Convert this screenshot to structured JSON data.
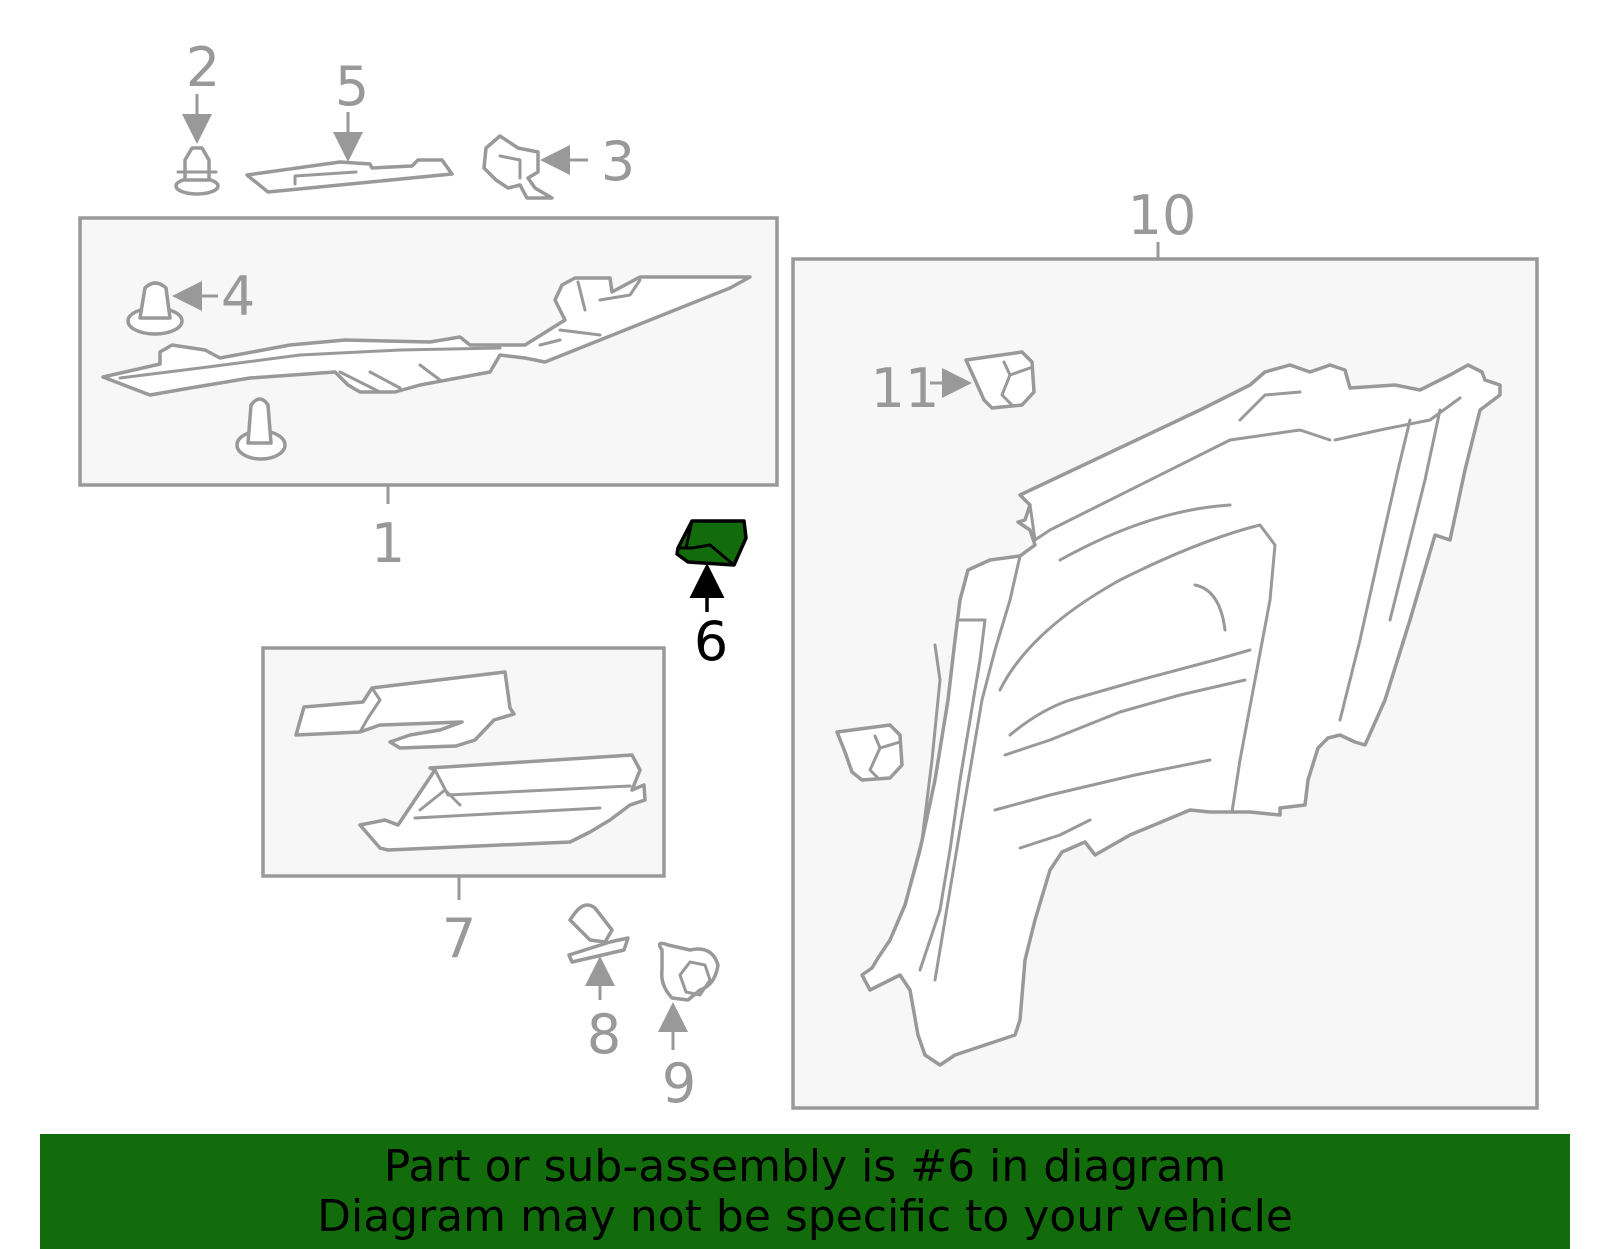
{
  "colors": {
    "highlight": "#136c0b",
    "line_gray": "#999999",
    "banner_bg": "#136c0b"
  },
  "callouts": {
    "c1": "1",
    "c2": "2",
    "c3": "3",
    "c4": "4",
    "c5": "5",
    "c6": "6",
    "c7": "7",
    "c8": "8",
    "c9": "9",
    "c10": "10",
    "c11": "11"
  },
  "highlighted_part": "6",
  "banner": {
    "line1": "Part or sub-assembly is #6 in diagram",
    "line2": "Diagram may not be specific to your vehicle"
  }
}
